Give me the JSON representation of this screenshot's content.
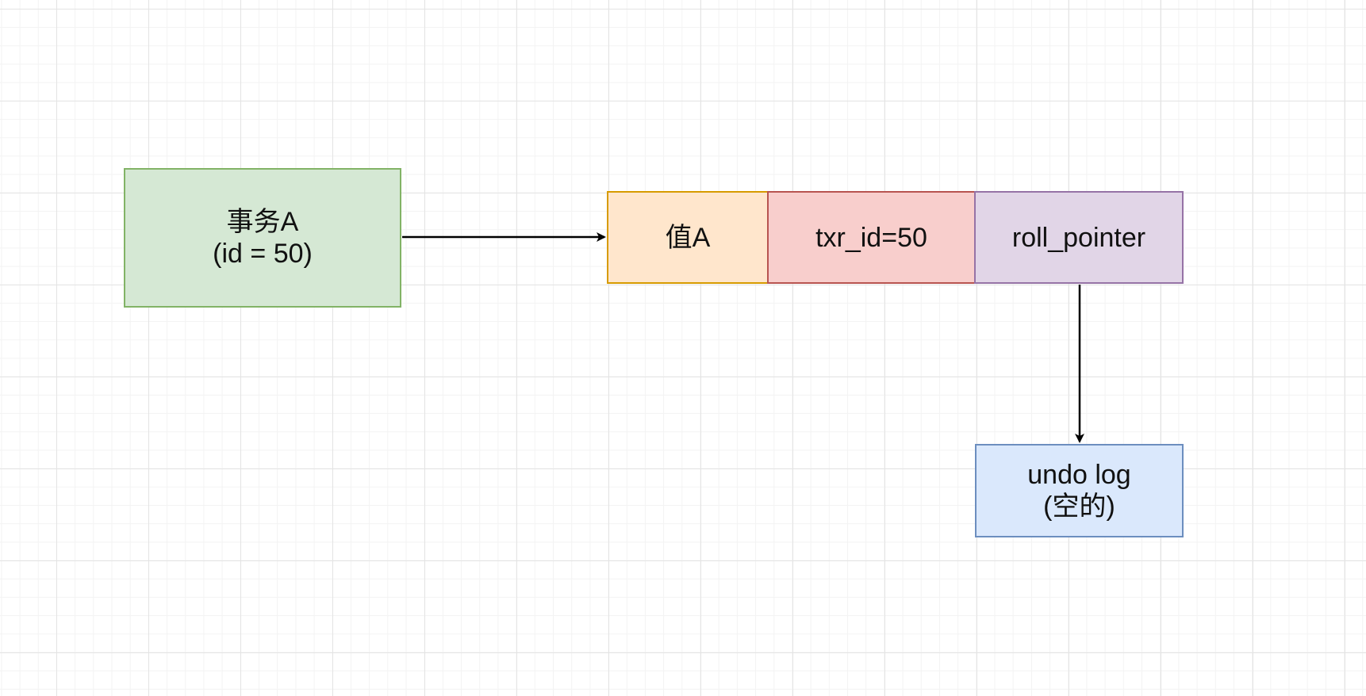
{
  "transaction": {
    "line1": "事务A",
    "line2": "(id = 50)",
    "fill": "#d5e8d4",
    "stroke": "#82b366"
  },
  "record": {
    "value": {
      "label": "值A",
      "fill": "#ffe6cc",
      "stroke": "#d79b00"
    },
    "txr_id": {
      "label": "txr_id=50",
      "fill": "#f8cecc",
      "stroke": "#b85450"
    },
    "roll_pointer": {
      "label": "roll_pointer",
      "fill": "#e1d5e7",
      "stroke": "#9673a6"
    }
  },
  "undo_log": {
    "line1": "undo log",
    "line2": "(空的)",
    "fill": "#dae8fc",
    "stroke": "#6c8ebf"
  },
  "arrow_color": "#000000"
}
